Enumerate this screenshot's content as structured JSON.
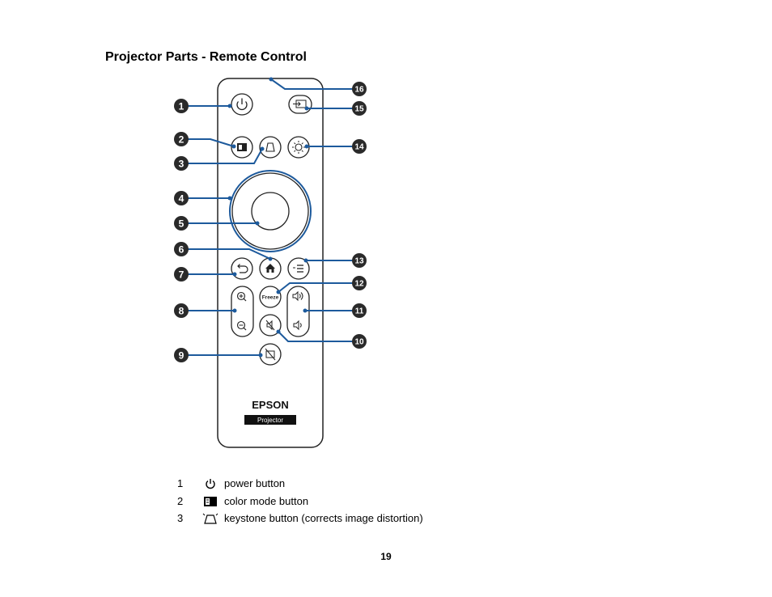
{
  "page": {
    "title": "Projector Parts - Remote Control",
    "page_number": "19"
  },
  "remote": {
    "brand": "EPSON",
    "label": "Projector",
    "freeze_label": "Freeze"
  },
  "callouts": {
    "c1": "1",
    "c2": "2",
    "c3": "3",
    "c4": "4",
    "c5": "5",
    "c6": "6",
    "c7": "7",
    "c8": "8",
    "c9": "9",
    "c10": "10",
    "c11": "11",
    "c12": "12",
    "c13": "13",
    "c14": "14",
    "c15": "15",
    "c16": "16"
  },
  "legend": [
    {
      "number": "1",
      "icon": "power-icon",
      "text": "power button"
    },
    {
      "number": "2",
      "icon": "color-mode-icon",
      "text": "color mode button"
    },
    {
      "number": "3",
      "icon": "keystone-icon",
      "text": "keystone button (corrects image distortion)"
    }
  ],
  "colors": {
    "callout_line": "#1d5a9c",
    "callout_circle": "#2a2a2a"
  }
}
